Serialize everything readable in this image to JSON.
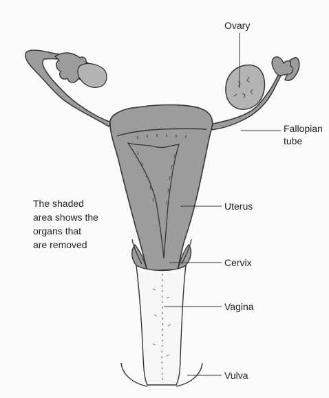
{
  "diagram": {
    "labels": {
      "ovary": "Ovary",
      "fallopian_line1": "Fallopian",
      "fallopian_line2": "tube",
      "uterus": "Uterus",
      "cervix": "Cervix",
      "vagina": "Vagina",
      "vulva": "Vulva"
    },
    "caption_lines": [
      "The shaded",
      "area shows the",
      "organs that",
      "are removed"
    ]
  },
  "colors": {
    "shaded": "#9c9c9c",
    "shaded_light": "#b4b4b4",
    "outline": "#333333",
    "unshaded": "#f7f7f7",
    "background": "#fbfbfb"
  }
}
